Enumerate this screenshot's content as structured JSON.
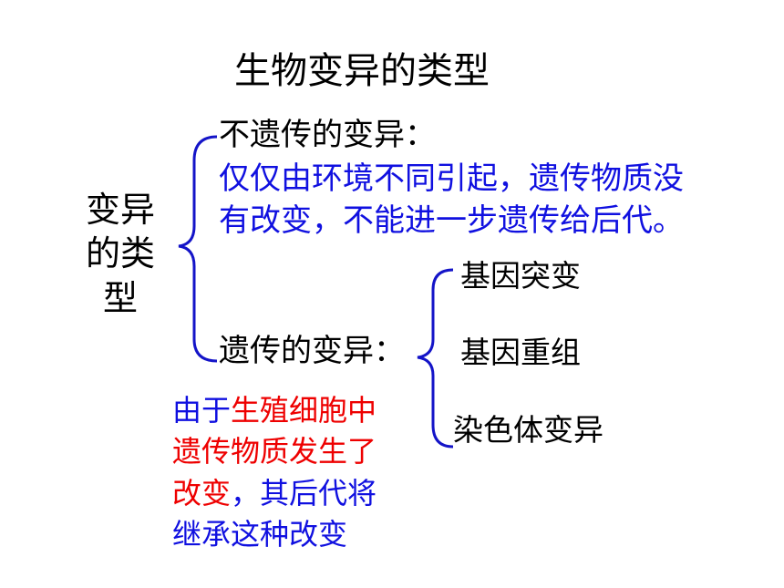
{
  "title": "生物变异的类型",
  "root": {
    "line1": "变异",
    "line2": "的类",
    "line3": "型"
  },
  "non_heritable": {
    "label": "不遗传的变异：",
    "desc_line1": "仅仅由环境不同引起，遗传物质没",
    "desc_line2": "有改变，不能进一步遗传给后代。"
  },
  "heritable": {
    "label": "遗传的变异：",
    "types": [
      "基因突变",
      "基因重组",
      "染色体变异"
    ],
    "desc": {
      "line1_blue": "由于",
      "line1_red": "生殖细胞中",
      "line2_red": "遗传物质发生了",
      "line3_red": "改变",
      "line3_blue": "，其后代将",
      "line4_blue": "继承这种改变"
    }
  },
  "colors": {
    "blue_text": "#1010e0",
    "red_text": "#ee0000",
    "brace": "#1414c8"
  }
}
